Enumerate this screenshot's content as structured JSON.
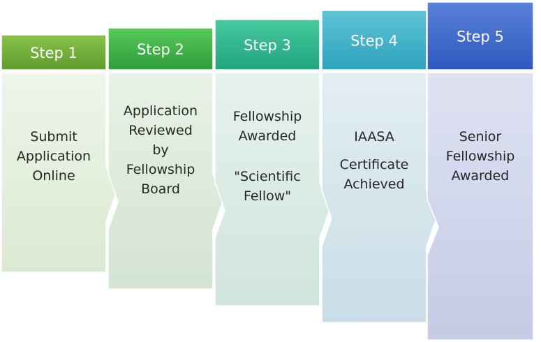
{
  "steps": [
    {
      "header": "Step 1",
      "body": [
        "Submit",
        "Application",
        "Online"
      ],
      "colors": {
        "header_top": "#8bc34a",
        "header_bottom": "#5e9b2e",
        "body_top": "#eef5e9",
        "body_bottom": "#dbe9d2"
      }
    },
    {
      "header": "Step 2",
      "body": [
        "Application",
        "Reviewed",
        "by",
        "Fellowship",
        "Board"
      ],
      "colors": {
        "header_top": "#57c95a",
        "header_bottom": "#2f9d3a",
        "body_top": "#e8f2e6",
        "body_bottom": "#d3e3d2"
      }
    },
    {
      "header": "Step 3",
      "body": [
        "Fellowship",
        "Awarded",
        "\"Scientific",
        "Fellow\""
      ],
      "colors": {
        "header_top": "#48c9a0",
        "header_bottom": "#22a57c",
        "body_top": "#e6f2ec",
        "body_bottom": "#d0e5dc"
      }
    },
    {
      "header": "Step 4",
      "body": [
        "IAASA",
        "Certificate",
        "Achieved"
      ],
      "colors": {
        "header_top": "#5ec4d6",
        "header_bottom": "#2ea3bd",
        "body_top": "#e3eef2",
        "body_bottom": "#c9dde6"
      }
    },
    {
      "header": "Step 5",
      "body": [
        "Senior",
        "Fellowship",
        "Awarded"
      ],
      "colors": {
        "header_top": "#5a82d8",
        "header_bottom": "#2f58bf",
        "body_top": "#dfe2f2",
        "body_bottom": "#c5cbe6"
      }
    }
  ]
}
